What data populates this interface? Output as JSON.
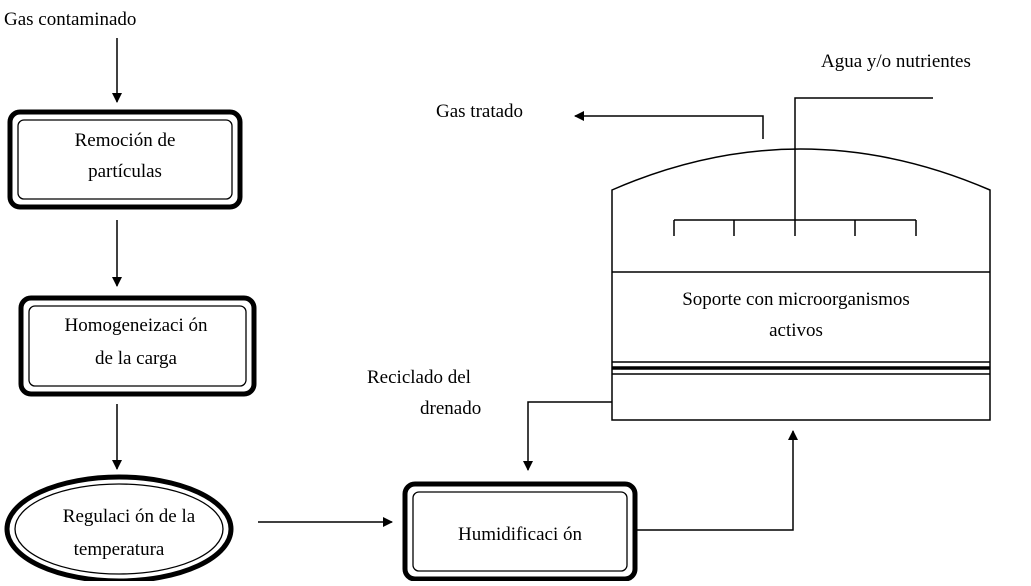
{
  "labels": {
    "input_gas": "Gas contaminado",
    "particle_removal_line1": "Remoción de",
    "particle_removal_line2": "partículas",
    "homogenization_line1": "Homogeneizaci ón",
    "homogenization_line2": "de la carga",
    "temperature_line1": "Regulaci ón de la",
    "temperature_line2": "temperatura",
    "humidification": "Humidificaci ón",
    "recycle_line1": "Reciclado del",
    "recycle_line2": "drenado",
    "treated_gas": "Gas tratado",
    "water_nutrients": "Agua y/o nutrientes",
    "support_line1": "Soporte con microorganismos",
    "support_line2": "activos"
  },
  "colors": {
    "stroke": "#000000",
    "background": "#ffffff"
  }
}
